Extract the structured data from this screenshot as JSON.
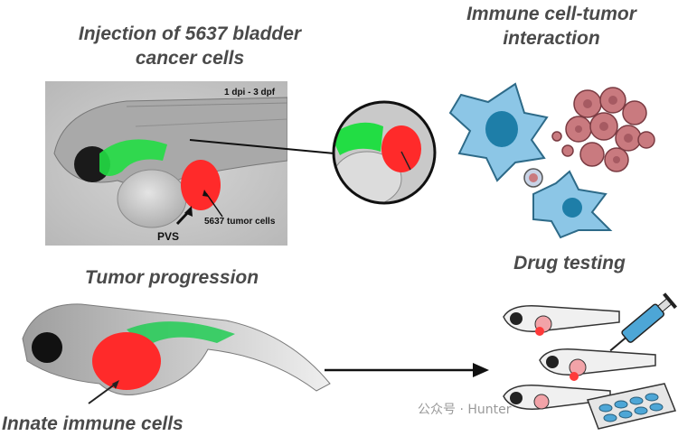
{
  "headings": {
    "injection_line1": "Injection of 5637 bladder",
    "injection_line2": "cancer cells",
    "immune_line1": "Immune cell-tumor",
    "immune_line2": "interaction",
    "progression": "Tumor progression",
    "drug": "Drug testing",
    "innate": "Innate immune cells"
  },
  "micrograph": {
    "timepoint": "1 dpi - 3 dpf",
    "tumor_label": "5637 tumor cells",
    "site_label": "PVS"
  },
  "watermark": "公众号 · Hunter",
  "colors": {
    "tumor_red": "#ff2a2a",
    "vessel_green": "#22dd44",
    "macrophage_blue": "#8cc6e6",
    "tumor_pink": "#c97a7f",
    "heading_gray": "#4a4a4a"
  }
}
